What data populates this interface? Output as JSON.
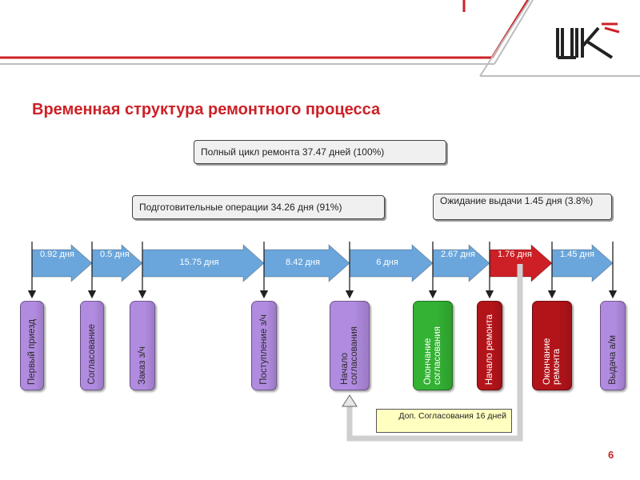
{
  "title": "Временная структура ремонтного процесса",
  "summary": {
    "full_cycle": "Полный цикл ремонта 37.47 дней (100%)",
    "preparatory": "Подготовительные операции 34.26 дня (91%)",
    "waiting": "Ожидание выдачи 1.45 дня (3.8%)"
  },
  "segments": [
    {
      "label": "0.92 дня",
      "color": "#6aa6dc"
    },
    {
      "label": "0.5 дня",
      "color": "#6aa6dc"
    },
    {
      "label": "15.75 дня",
      "color": "#6aa6dc"
    },
    {
      "label": "8.42 дня",
      "color": "#6aa6dc"
    },
    {
      "label": "6 дня",
      "color": "#6aa6dc"
    },
    {
      "label": "2.67 дня",
      "color": "#6aa6dc"
    },
    {
      "label": "1.76 дня",
      "color": "#cc1f26"
    },
    {
      "label": "1.45 дня",
      "color": "#6aa6dc"
    }
  ],
  "stages": [
    {
      "label": "Первый приезд",
      "color": "#b18be0"
    },
    {
      "label": "Согласование",
      "color": "#b18be0"
    },
    {
      "label": "Заказ з/ч",
      "color": "#b18be0"
    },
    {
      "label": "Поступление з/ч",
      "color": "#b18be0"
    },
    {
      "label": "Начало согласования",
      "color": "#b18be0"
    },
    {
      "label": "Окончание согласования",
      "color": "#33b233"
    },
    {
      "label": "Начало ремонта",
      "color": "#b3141a"
    },
    {
      "label": "Окончание ремонта",
      "color": "#b3141a"
    },
    {
      "label": "Выдача а/м",
      "color": "#b18be0"
    }
  ],
  "note": "Доп. Согласования 16 дней",
  "page_number": "6",
  "colors": {
    "accent": "#cc2127",
    "arrow": "#6aa6dc",
    "highlight": "#cc1f26"
  }
}
